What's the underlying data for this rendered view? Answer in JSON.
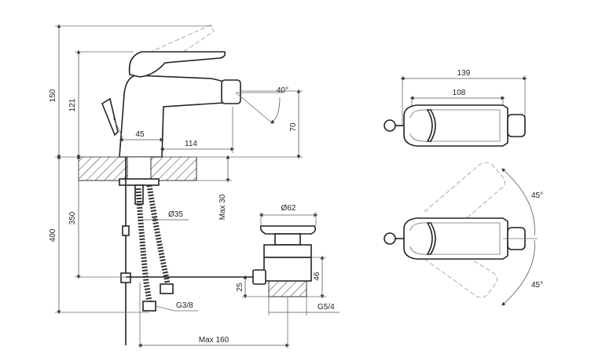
{
  "dimensions": {
    "height_total": "150",
    "height_spout": "121",
    "spout_offset": "45",
    "reach": "114",
    "spout_angle": "40°",
    "spout_height": "70",
    "below_deck": "400",
    "hose_len": "350",
    "max_30": "Max 30",
    "hole_dia": "Ø35",
    "waste_dia": "Ø62",
    "waste_46": "46",
    "waste_25": "25",
    "g38": "G3/8",
    "g54": "G5/4",
    "max160": "Max 160",
    "top_139": "139",
    "top_108": "108",
    "rot_45_a": "45°",
    "rot_45_b": "45°"
  }
}
